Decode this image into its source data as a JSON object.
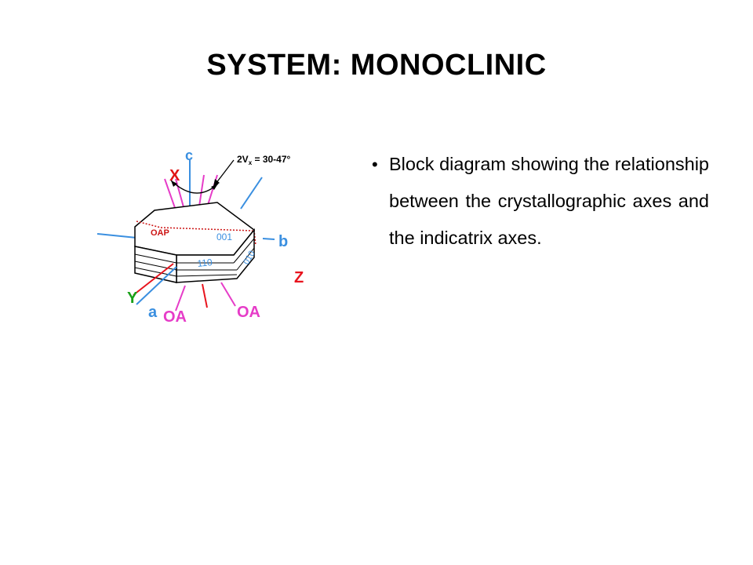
{
  "title": "SYSTEM: MONOCLINIC",
  "bullet": {
    "symbol": "•",
    "text": "Block diagram showing the relationship between the crystallographic axes and the indicatrix axes."
  },
  "diagram": {
    "labels": {
      "c": "c",
      "b": "b",
      "a": "a",
      "X": "X",
      "Y": "Y",
      "Z": "Z",
      "oap": "OAP",
      "oa_left": "OA",
      "oa_right": "OA",
      "face_001": "001",
      "face_110": "110",
      "face_010": "010",
      "angle_prefix": "2V",
      "angle_sub": "x",
      "angle_value": " = 30-47°"
    },
    "colors": {
      "crystal_axis": "#3a8fe0",
      "indicatrix": "#e63cc8",
      "z_axis": "#e8141e",
      "y_axis": "#18a018",
      "x_label": "#e01414",
      "oap": "#cc1414",
      "oa": "#e63cc8",
      "outline": "#000000"
    }
  }
}
